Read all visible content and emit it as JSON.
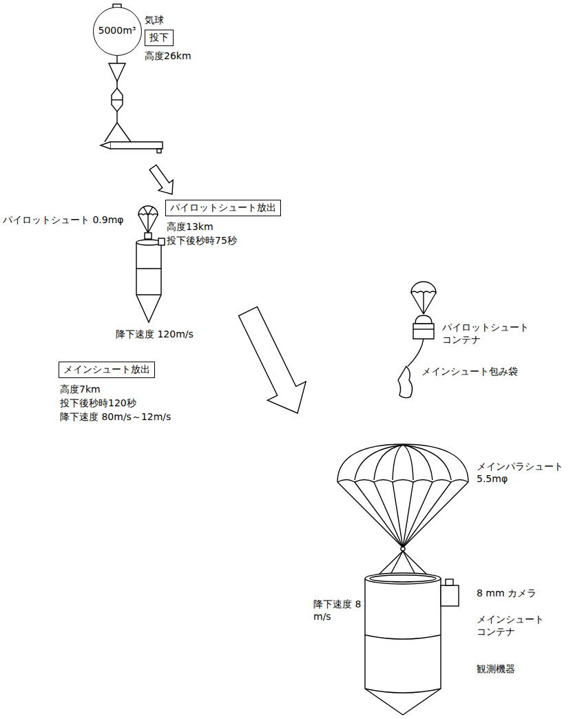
{
  "diagram": {
    "nodes": [
      {
        "text": [
          "5000m³"
        ]
      },
      {
        "text": [
          "投下"
        ]
      },
      {
        "text": [
          "パイロットシュート放出"
        ]
      },
      {
        "text": [
          "メインシュート放出"
        ]
      }
    ],
    "labels": [
      "気球",
      "高度26km",
      "パイロットシュート 0.9mφ",
      "高度13km",
      "投下後秒時75秒",
      "降下速度 120m/s",
      "パイロットシュート コンテナ",
      "メインシュート包み袋",
      "高度7km",
      "投下後秒時120秒",
      "降下速度 80m/s～12m/s",
      "メインパラシュート 5.5mφ",
      "降下速度 8 m/s",
      "8 mm カメラ",
      "メインシュート コンテナ",
      "観測機器"
    ]
  }
}
